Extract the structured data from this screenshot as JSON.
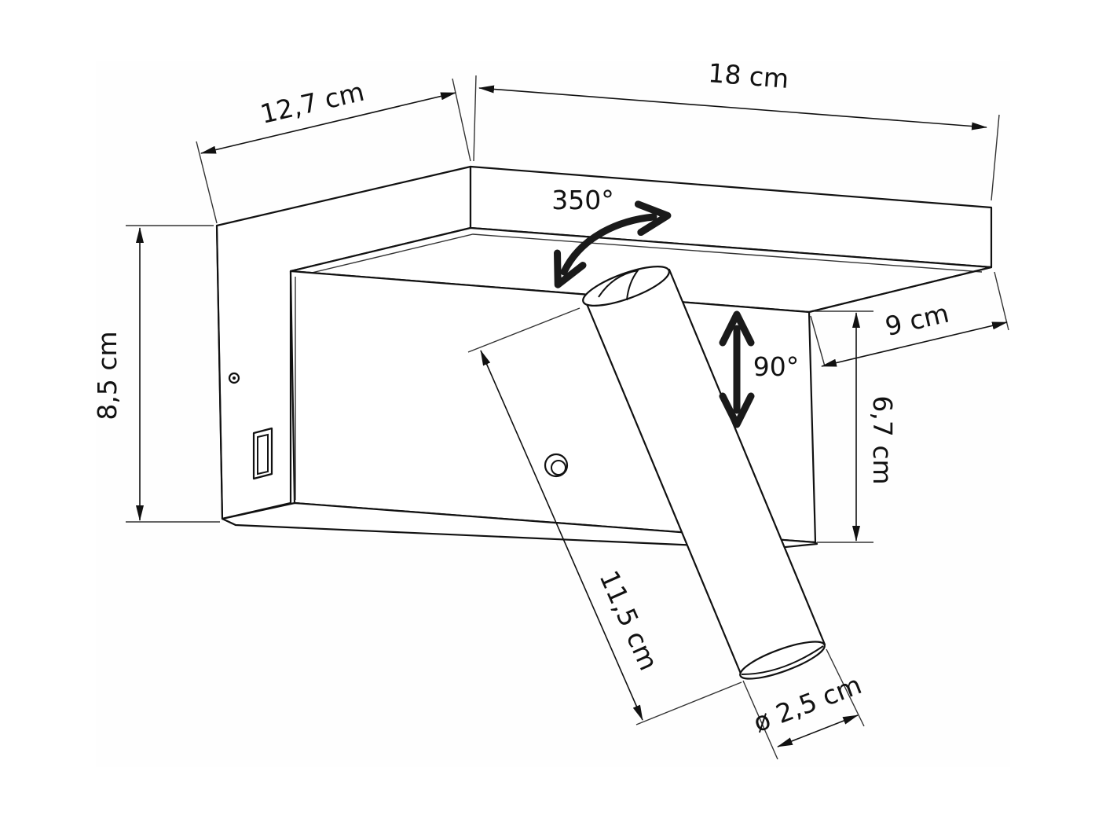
{
  "labels": {
    "depth": "12,7 cm",
    "width": "18 cm",
    "height": "8,5 cm",
    "rotation": "350°",
    "tilt": "90°",
    "shelf_depth": "9 cm",
    "front_height": "6,7 cm",
    "arm_length": "11,5 cm",
    "diameter": "ø 2,5 cm"
  },
  "icons": {
    "rotation_arrow": "curved-double-arrow-icon",
    "tilt_arrow": "vertical-double-arrow-icon",
    "usb_port": "usb-port-icon",
    "switch_button": "round-switch-icon",
    "wall_screw": "screw-hole-icon"
  },
  "colors": {
    "line": "#111111",
    "background": "#ffffff"
  }
}
